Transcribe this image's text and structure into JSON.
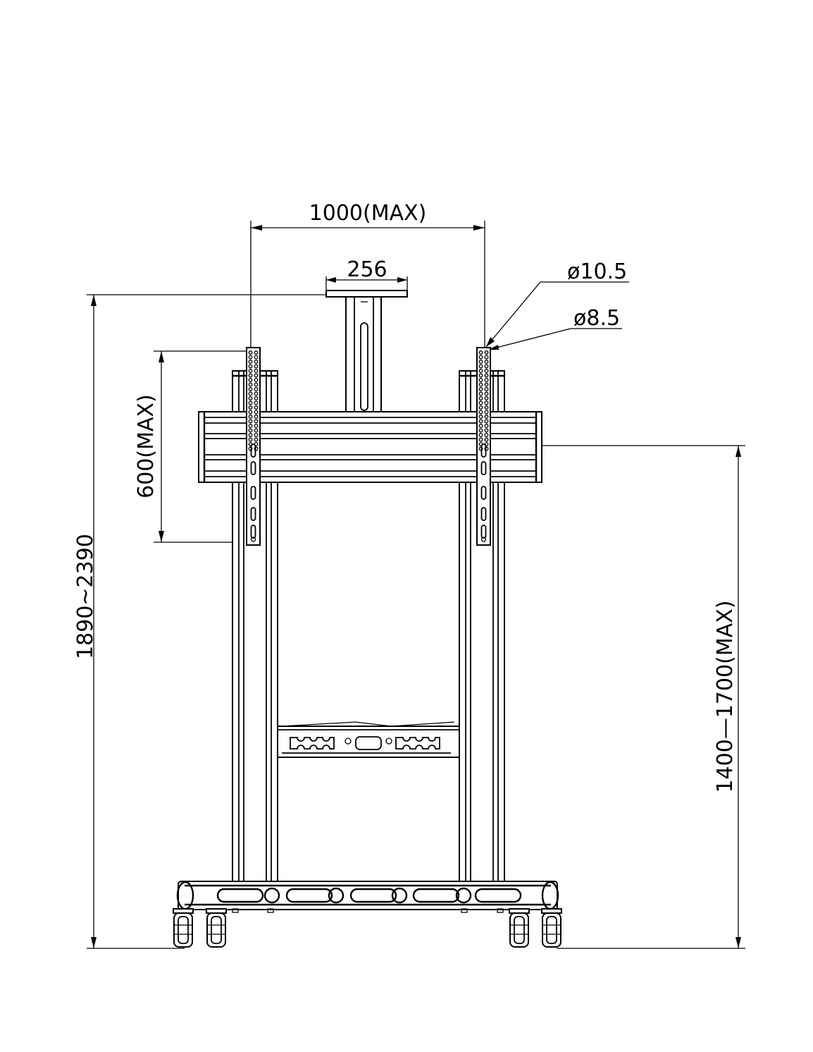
{
  "dimensions": {
    "vesa_width_max": "1000(MAX)",
    "camera_shelf_width": "256",
    "hole_diameter_large": "ø10.5",
    "hole_diameter_small": "ø8.5",
    "vesa_height_max": "600(MAX)",
    "overall_height_range": "1890~2390",
    "mount_height_range": "1400—1700(MAX)"
  }
}
